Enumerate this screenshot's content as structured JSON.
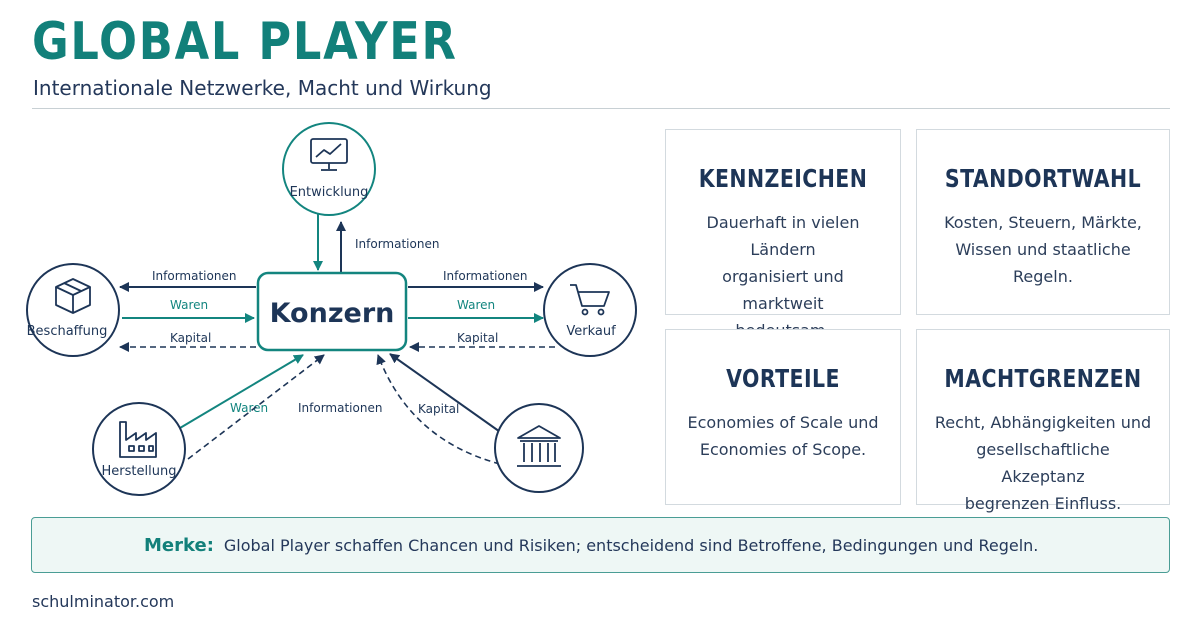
{
  "header": {
    "title": "GLOBAL PLAYER",
    "subtitle": "Internationale Netzwerke, Macht und Wirkung"
  },
  "diagram": {
    "center": "Konzern",
    "nodes": {
      "entwicklung": "Entwicklung",
      "beschaffung": "Beschaffung",
      "verkauf": "Verkauf",
      "herstellung": "Herstellung",
      "staat": ""
    },
    "edge_labels": {
      "top_info": "Informationen",
      "left_info": "Informationen",
      "left_waren": "Waren",
      "left_kapital": "Kapital",
      "right_info": "Informationen",
      "right_waren": "Waren",
      "right_kapital": "Kapital",
      "bl_waren": "Waren",
      "bl_info": "Informationen",
      "br_kapital": "Kapital"
    },
    "icons": {
      "entwicklung": "monitor-chart-icon",
      "beschaffung": "box-icon",
      "verkauf": "shopping-cart-icon",
      "herstellung": "factory-icon",
      "staat": "government-building-icon"
    },
    "colors": {
      "navy": "#1d3557",
      "teal": "#13857f"
    }
  },
  "cards": [
    {
      "title": "KENNZEICHEN",
      "lines": [
        "Dauerhaft in vielen Ländern",
        "organisiert und marktweit",
        "bedeutsam."
      ]
    },
    {
      "title": "STANDORTWAHL",
      "lines": [
        "Kosten, Steuern, Märkte,",
        "Wissen und staatliche",
        "Regeln."
      ]
    },
    {
      "title": "VORTEILE",
      "lines": [
        "Economies of Scale und",
        "Economies of Scope."
      ]
    },
    {
      "title": "MACHTGRENZEN",
      "lines": [
        "Recht, Abhängigkeiten und",
        "gesellschaftliche Akzeptanz",
        "begrenzen Einfluss."
      ]
    }
  ],
  "merke": {
    "label": "Merke:",
    "text": "Global Player schaffen Chancen und Risiken; entscheidend sind Betroffene, Bedingungen und Regeln."
  },
  "footer": {
    "text": "schulminator.com"
  }
}
